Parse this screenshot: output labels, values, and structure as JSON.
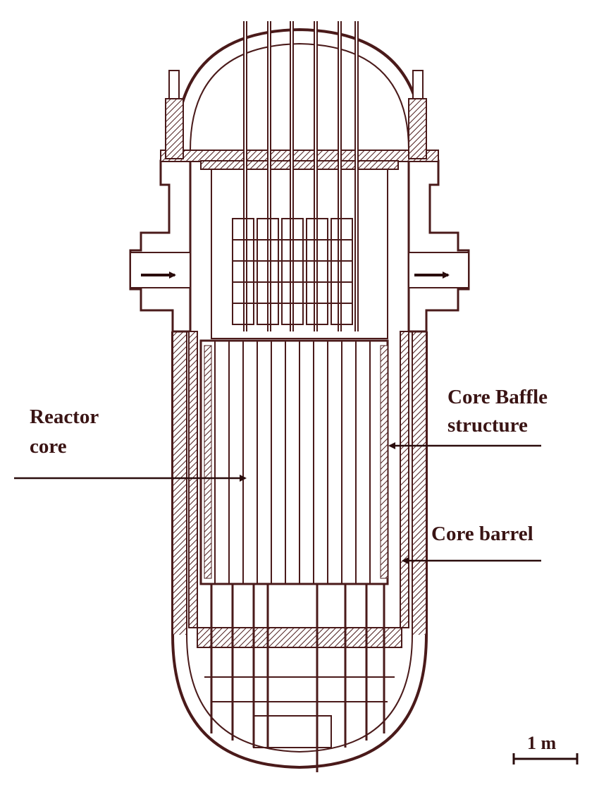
{
  "figure": {
    "labels": {
      "reactor_core": [
        "Reactor",
        "core"
      ],
      "core_baffle": [
        "Core Baffle",
        "structure"
      ],
      "core_barrel": "Core barrel"
    },
    "scale_bar": "1 m"
  },
  "colors": {
    "ink": "#4a1a1a",
    "text": "#3a1414",
    "background": "#ffffff"
  }
}
